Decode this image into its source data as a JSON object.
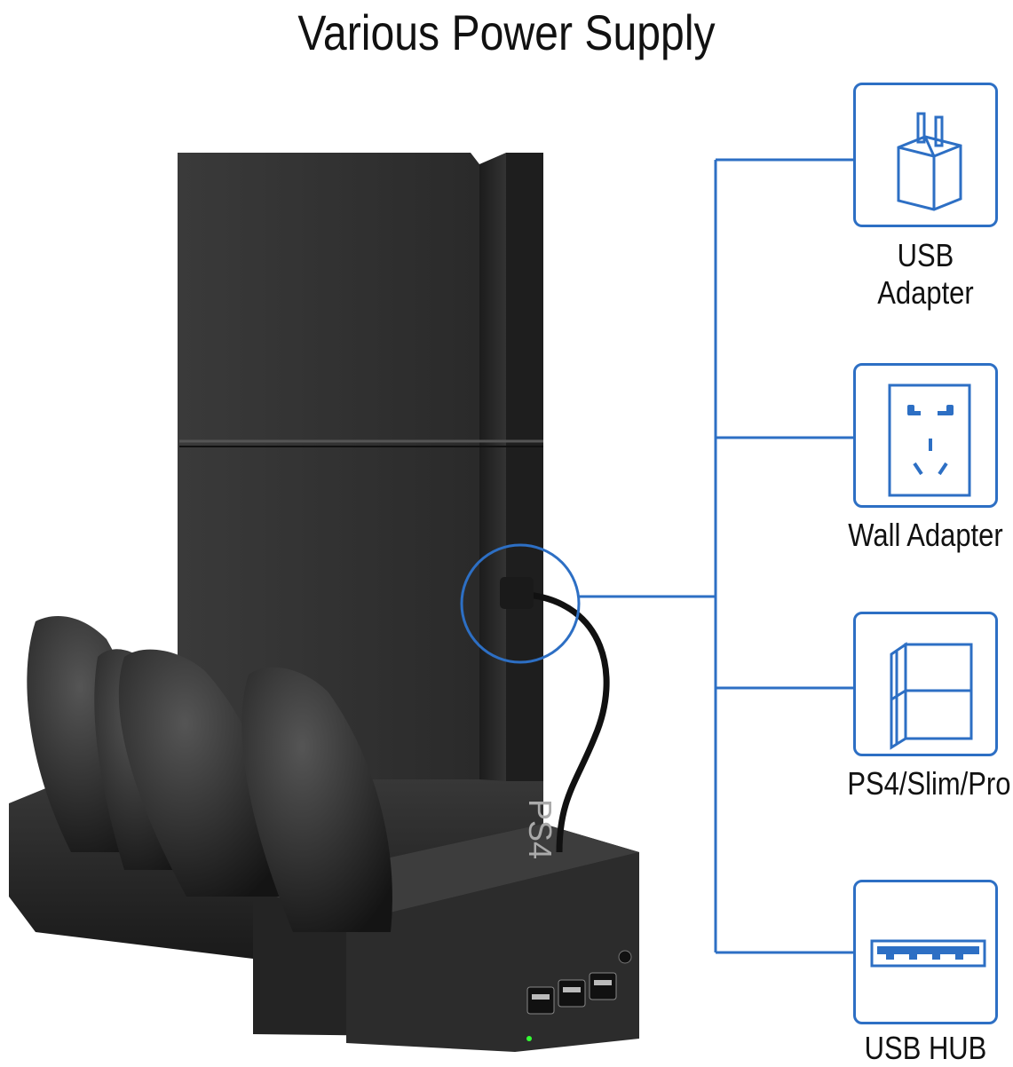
{
  "title": "Various Power Supply",
  "colors": {
    "accent": "#2d6fc4",
    "product": "#2b2b2b"
  },
  "product": {
    "console_text": "PS4"
  },
  "options": [
    {
      "label": "USB Adapter",
      "icon": "usb-adapter-icon"
    },
    {
      "label": "Wall Adapter",
      "icon": "wall-socket-icon"
    },
    {
      "label": "PS4/Slim/Pro",
      "icon": "console-icon"
    },
    {
      "label": "USB HUB",
      "icon": "usb-port-icon"
    }
  ]
}
